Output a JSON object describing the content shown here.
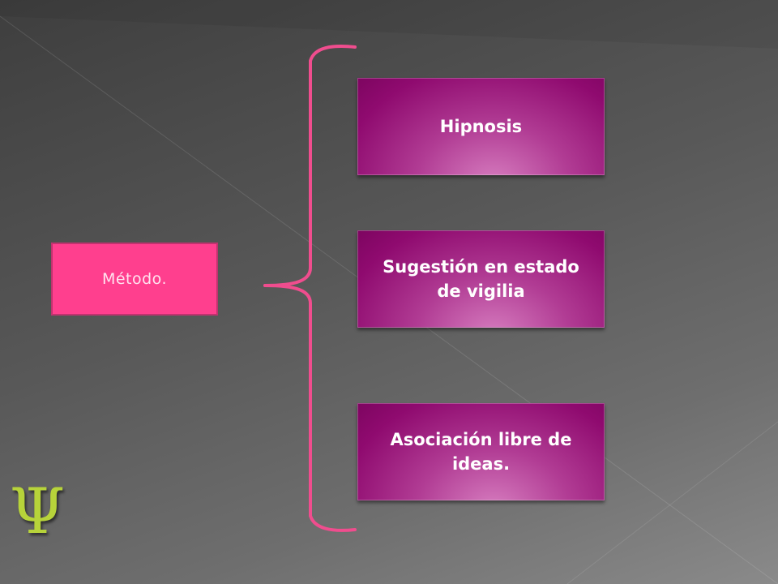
{
  "diagram": {
    "source": {
      "label": "Método."
    },
    "items": [
      {
        "label": "Hipnosis"
      },
      {
        "label": "Sugestión en estado de vigilia"
      },
      {
        "label": "Asociación libre de ideas."
      }
    ]
  },
  "logo": {
    "glyph": "Ψ",
    "icon": "psi-icon"
  },
  "colors": {
    "source_fill": "#ff3f8e",
    "item_fill": "#9b1a7c",
    "brace": "#f04d8e",
    "logo": "#b7d33a"
  }
}
